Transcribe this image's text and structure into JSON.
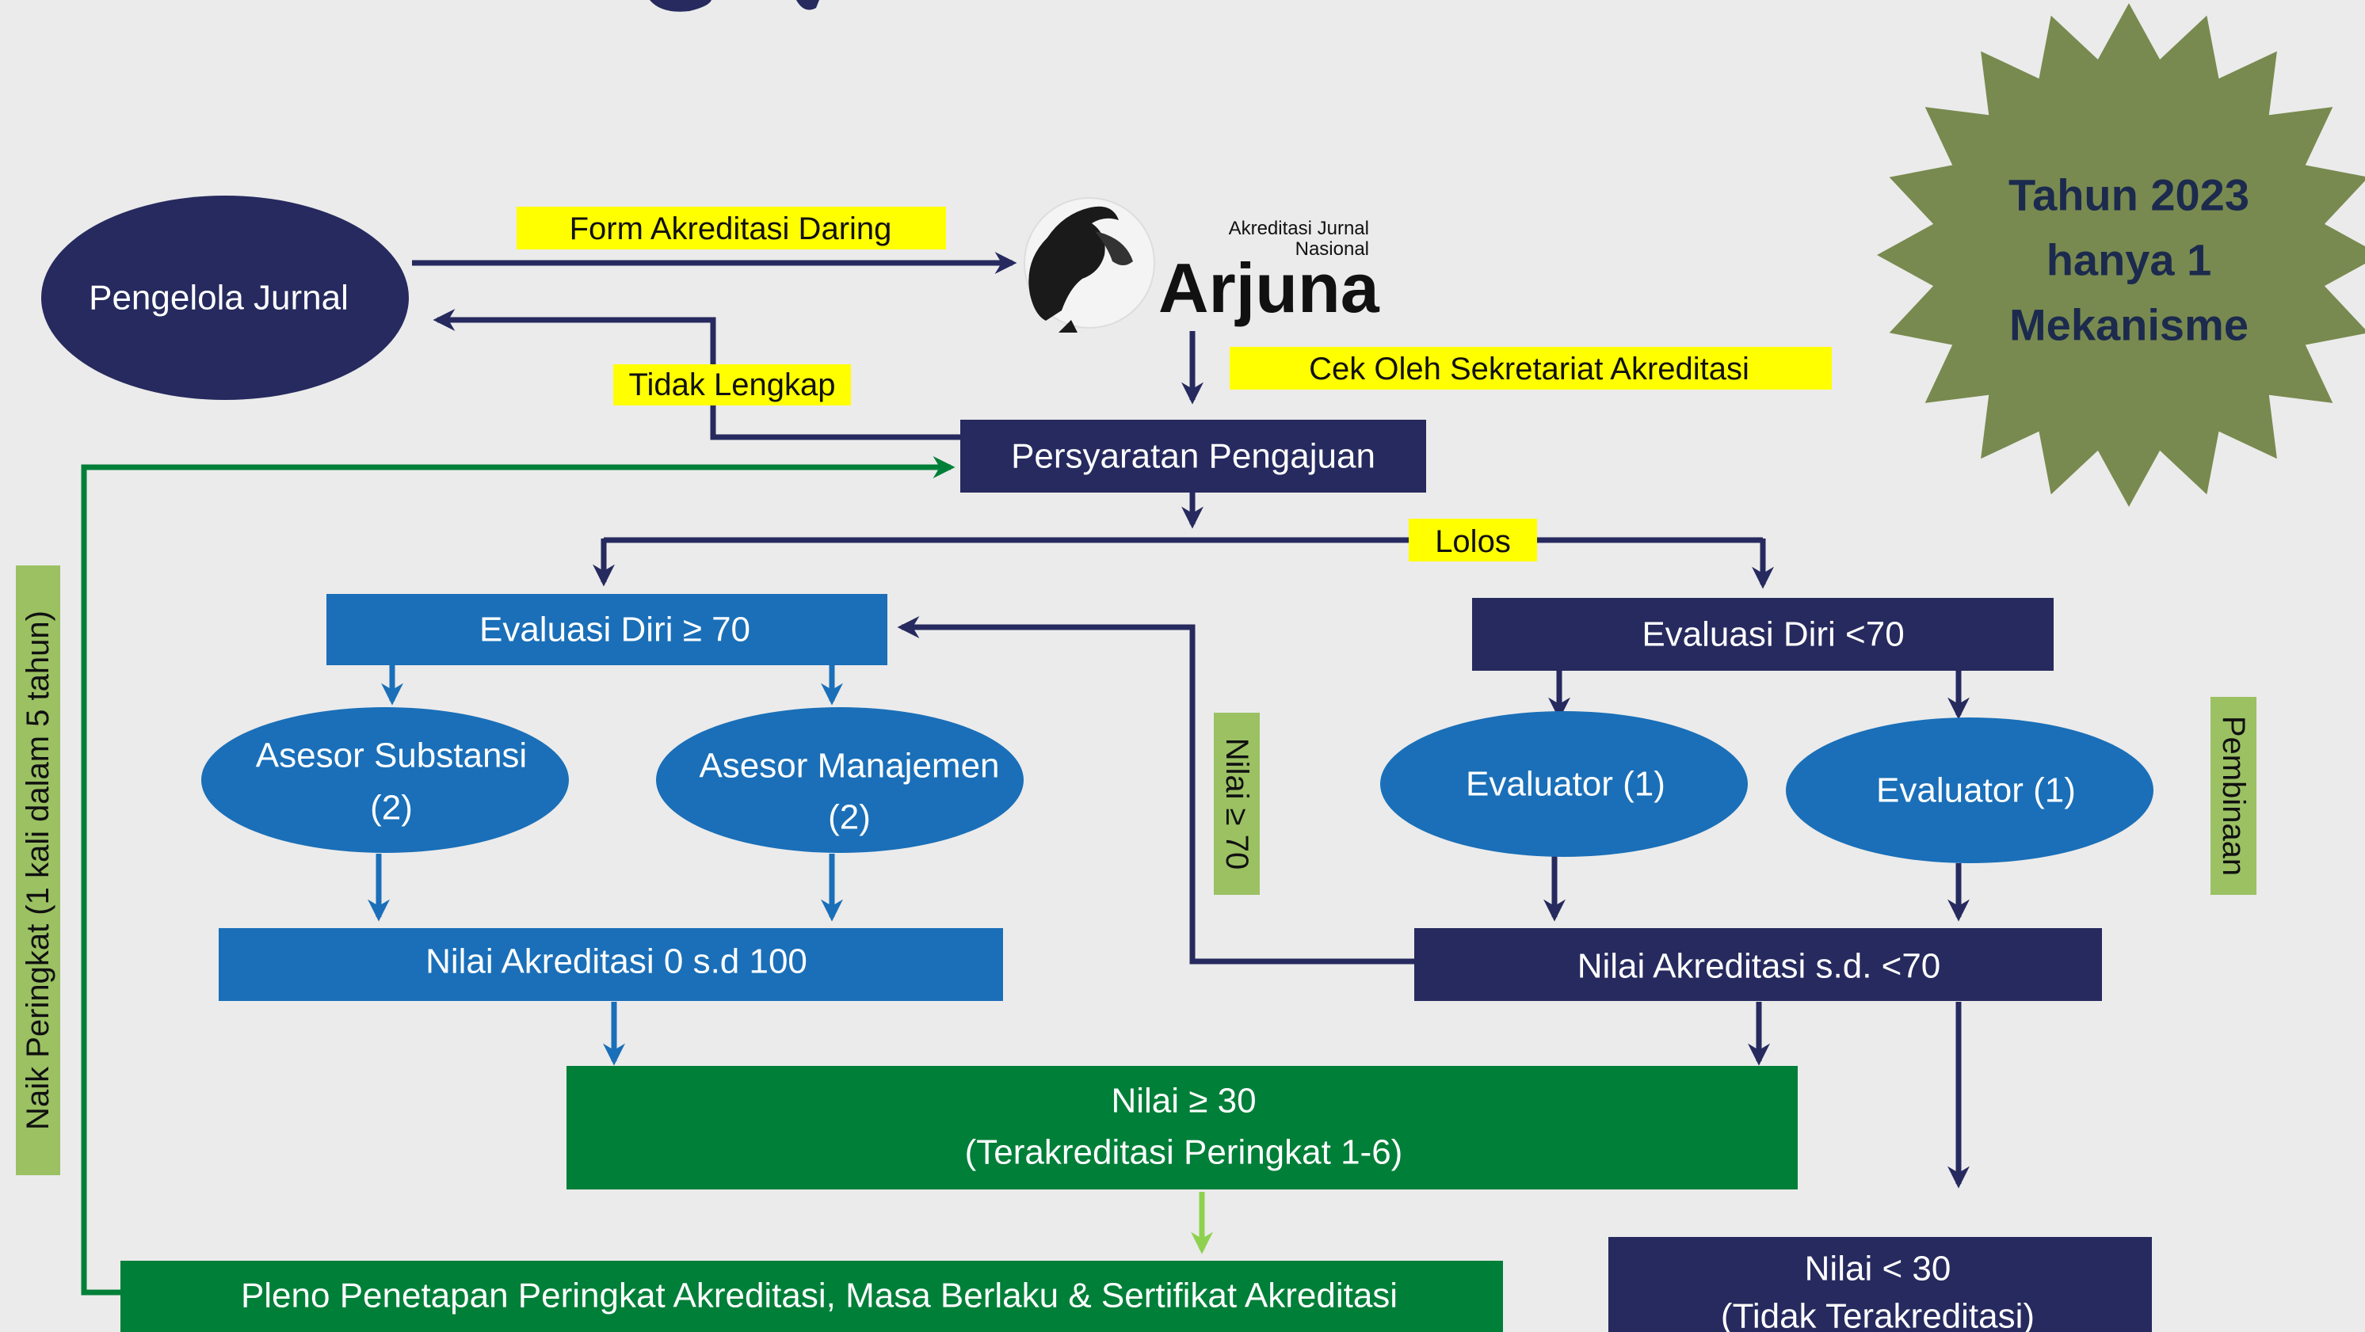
{
  "colors": {
    "navy": "#262a5e",
    "blue": "#1a6fb8",
    "green": "#007f38",
    "olive": "#788a4f",
    "light_green": "#9bc163",
    "yellow": "#ffff00",
    "star_text": "#1c2a4e",
    "background": "#ebebeb"
  },
  "nodes": {
    "pengelola": "Pengelola Jurnal",
    "persyaratan": "Persyaratan Pengajuan",
    "eval_ge70": "Evaluasi Diri ≥ 70",
    "eval_lt70": "Evaluasi Diri <70",
    "asesor_substansi": {
      "line1": "Asesor Substansi",
      "line2": "(2)"
    },
    "asesor_manajemen": {
      "line1": "Asesor Manajemen",
      "line2": "(2)"
    },
    "evaluator_1": "Evaluator (1)",
    "evaluator_2": "Evaluator (1)",
    "nilai_0_100": "Nilai Akreditasi 0 s.d 100",
    "nilai_lt70": "Nilai Akreditasi  s.d. <70",
    "nilai_ge30": {
      "line1": "Nilai ≥ 30",
      "line2": "(Terakreditasi Peringkat 1-6)"
    },
    "pleno": "Pleno Penetapan Peringkat Akreditasi, Masa Berlaku & Sertifikat Akreditasi",
    "nilai_lt30": {
      "line1": "Nilai < 30",
      "line2": "(Tidak Terakreditasi)"
    }
  },
  "labels": {
    "form": "Form Akreditasi Daring",
    "tidak_lengkap": "Tidak Lengkap",
    "cek": "Cek Oleh Sekretariat Akreditasi",
    "lolos": "Lolos",
    "nilai_ge70": "Nilai ≥ 70",
    "naik_peringkat": "Naik Peringkat (1 kali dalam 5 tahun)",
    "pembinaan": "Pembinaan"
  },
  "logo": {
    "tagline_line1": "Akreditasi Jurnal",
    "tagline_line2": "Nasional",
    "name": "Arjuna"
  },
  "badge": {
    "line1": "Tahun 2023",
    "line2": "hanya 1",
    "line3": "Mekanisme"
  }
}
